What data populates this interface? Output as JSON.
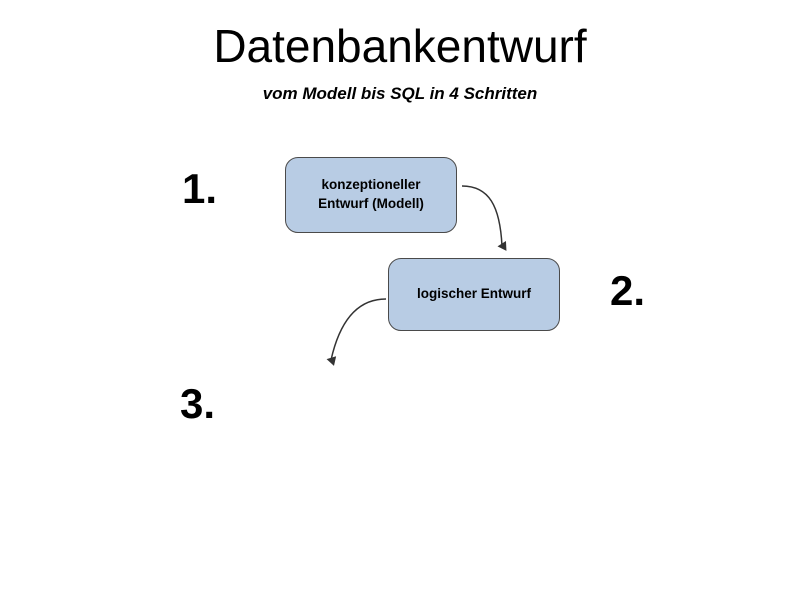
{
  "slide": {
    "background_color": "#ffffff",
    "title": "Datenbankentwurf",
    "subtitle": "vom Modell bis SQL in 4 Schritten"
  },
  "theme": {
    "box_fill": "#b8cce4",
    "box_border": "#4a4a4a",
    "text_color": "#000000",
    "arrow_color": "#333333"
  },
  "steps": [
    {
      "number": "1.",
      "label": "konzeptioneller Entwurf (Modell)"
    },
    {
      "number": "2.",
      "label": "logischer Entwurf"
    },
    {
      "number": "3.",
      "label": ""
    }
  ],
  "boxes": [
    {
      "id": "conceptual",
      "line1": "konzeptioneller",
      "line2": "Entwurf (Modell)",
      "fill": "#b8cce4"
    },
    {
      "id": "logical",
      "line1": "logischer Entwurf",
      "line2": "",
      "fill": "#b8cce4"
    }
  ],
  "arrows": [
    {
      "id": "conceptual-to-logical",
      "from": "conceptual",
      "to": "logical",
      "direction": "down-right"
    },
    {
      "id": "logical-to-next",
      "from": "logical",
      "to": "step-3",
      "direction": "down-left"
    }
  ]
}
